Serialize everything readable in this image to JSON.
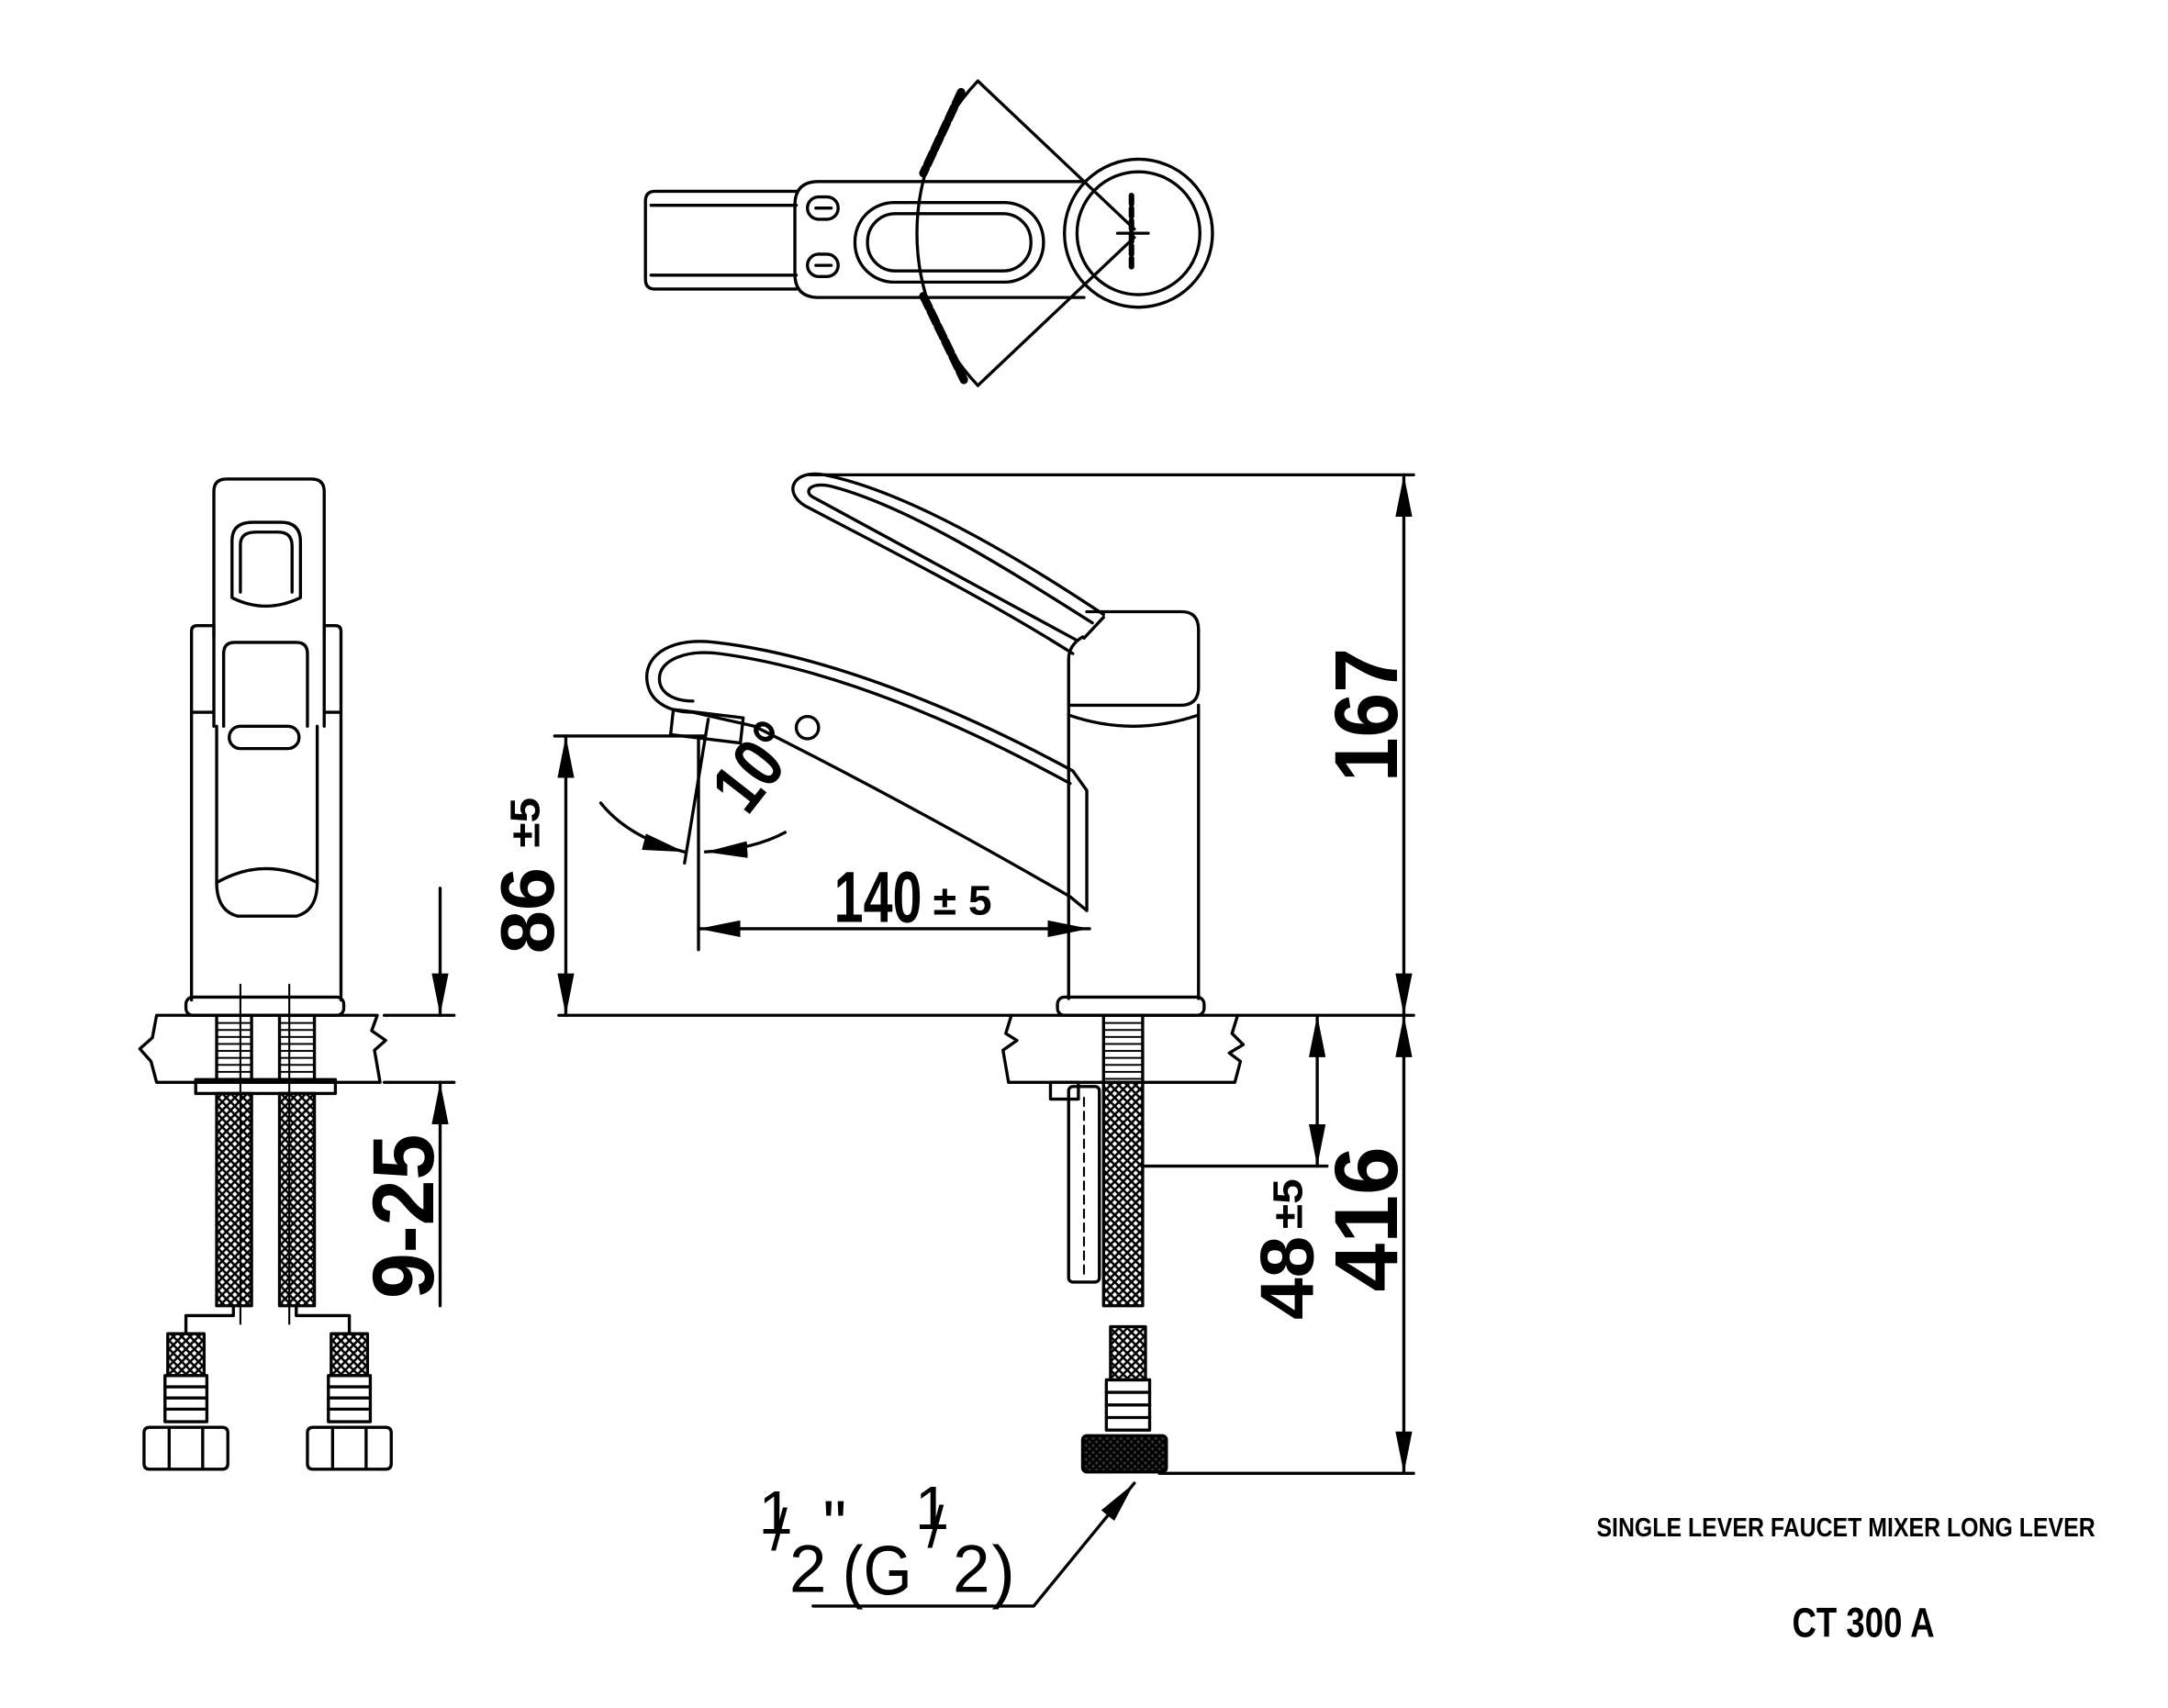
{
  "drawing": {
    "title": "SINGLE LEVER FAUCET MIXER LONG LEVER",
    "model": "CT 300 A"
  },
  "dimensions": {
    "overall_height": "167",
    "below_deck_length": "416",
    "spout_height": {
      "value": "86",
      "tolerance": "±5"
    },
    "spout_reach": {
      "value": "140",
      "tolerance": "± 5"
    },
    "spout_angle": "10°",
    "deck_thickness": "9-25",
    "tail_length": {
      "value": "48",
      "tolerance": "±5"
    }
  },
  "connection": {
    "nominal_numerator": "1",
    "slash": "/",
    "nominal_denominator": "2",
    "inch_mark": "\"",
    "thread_prefix": "(G",
    "thread_numerator": "1",
    "thread_denominator": "2",
    "thread_suffix": ")"
  },
  "colors": {
    "line": "#000000",
    "background": "#ffffff"
  }
}
